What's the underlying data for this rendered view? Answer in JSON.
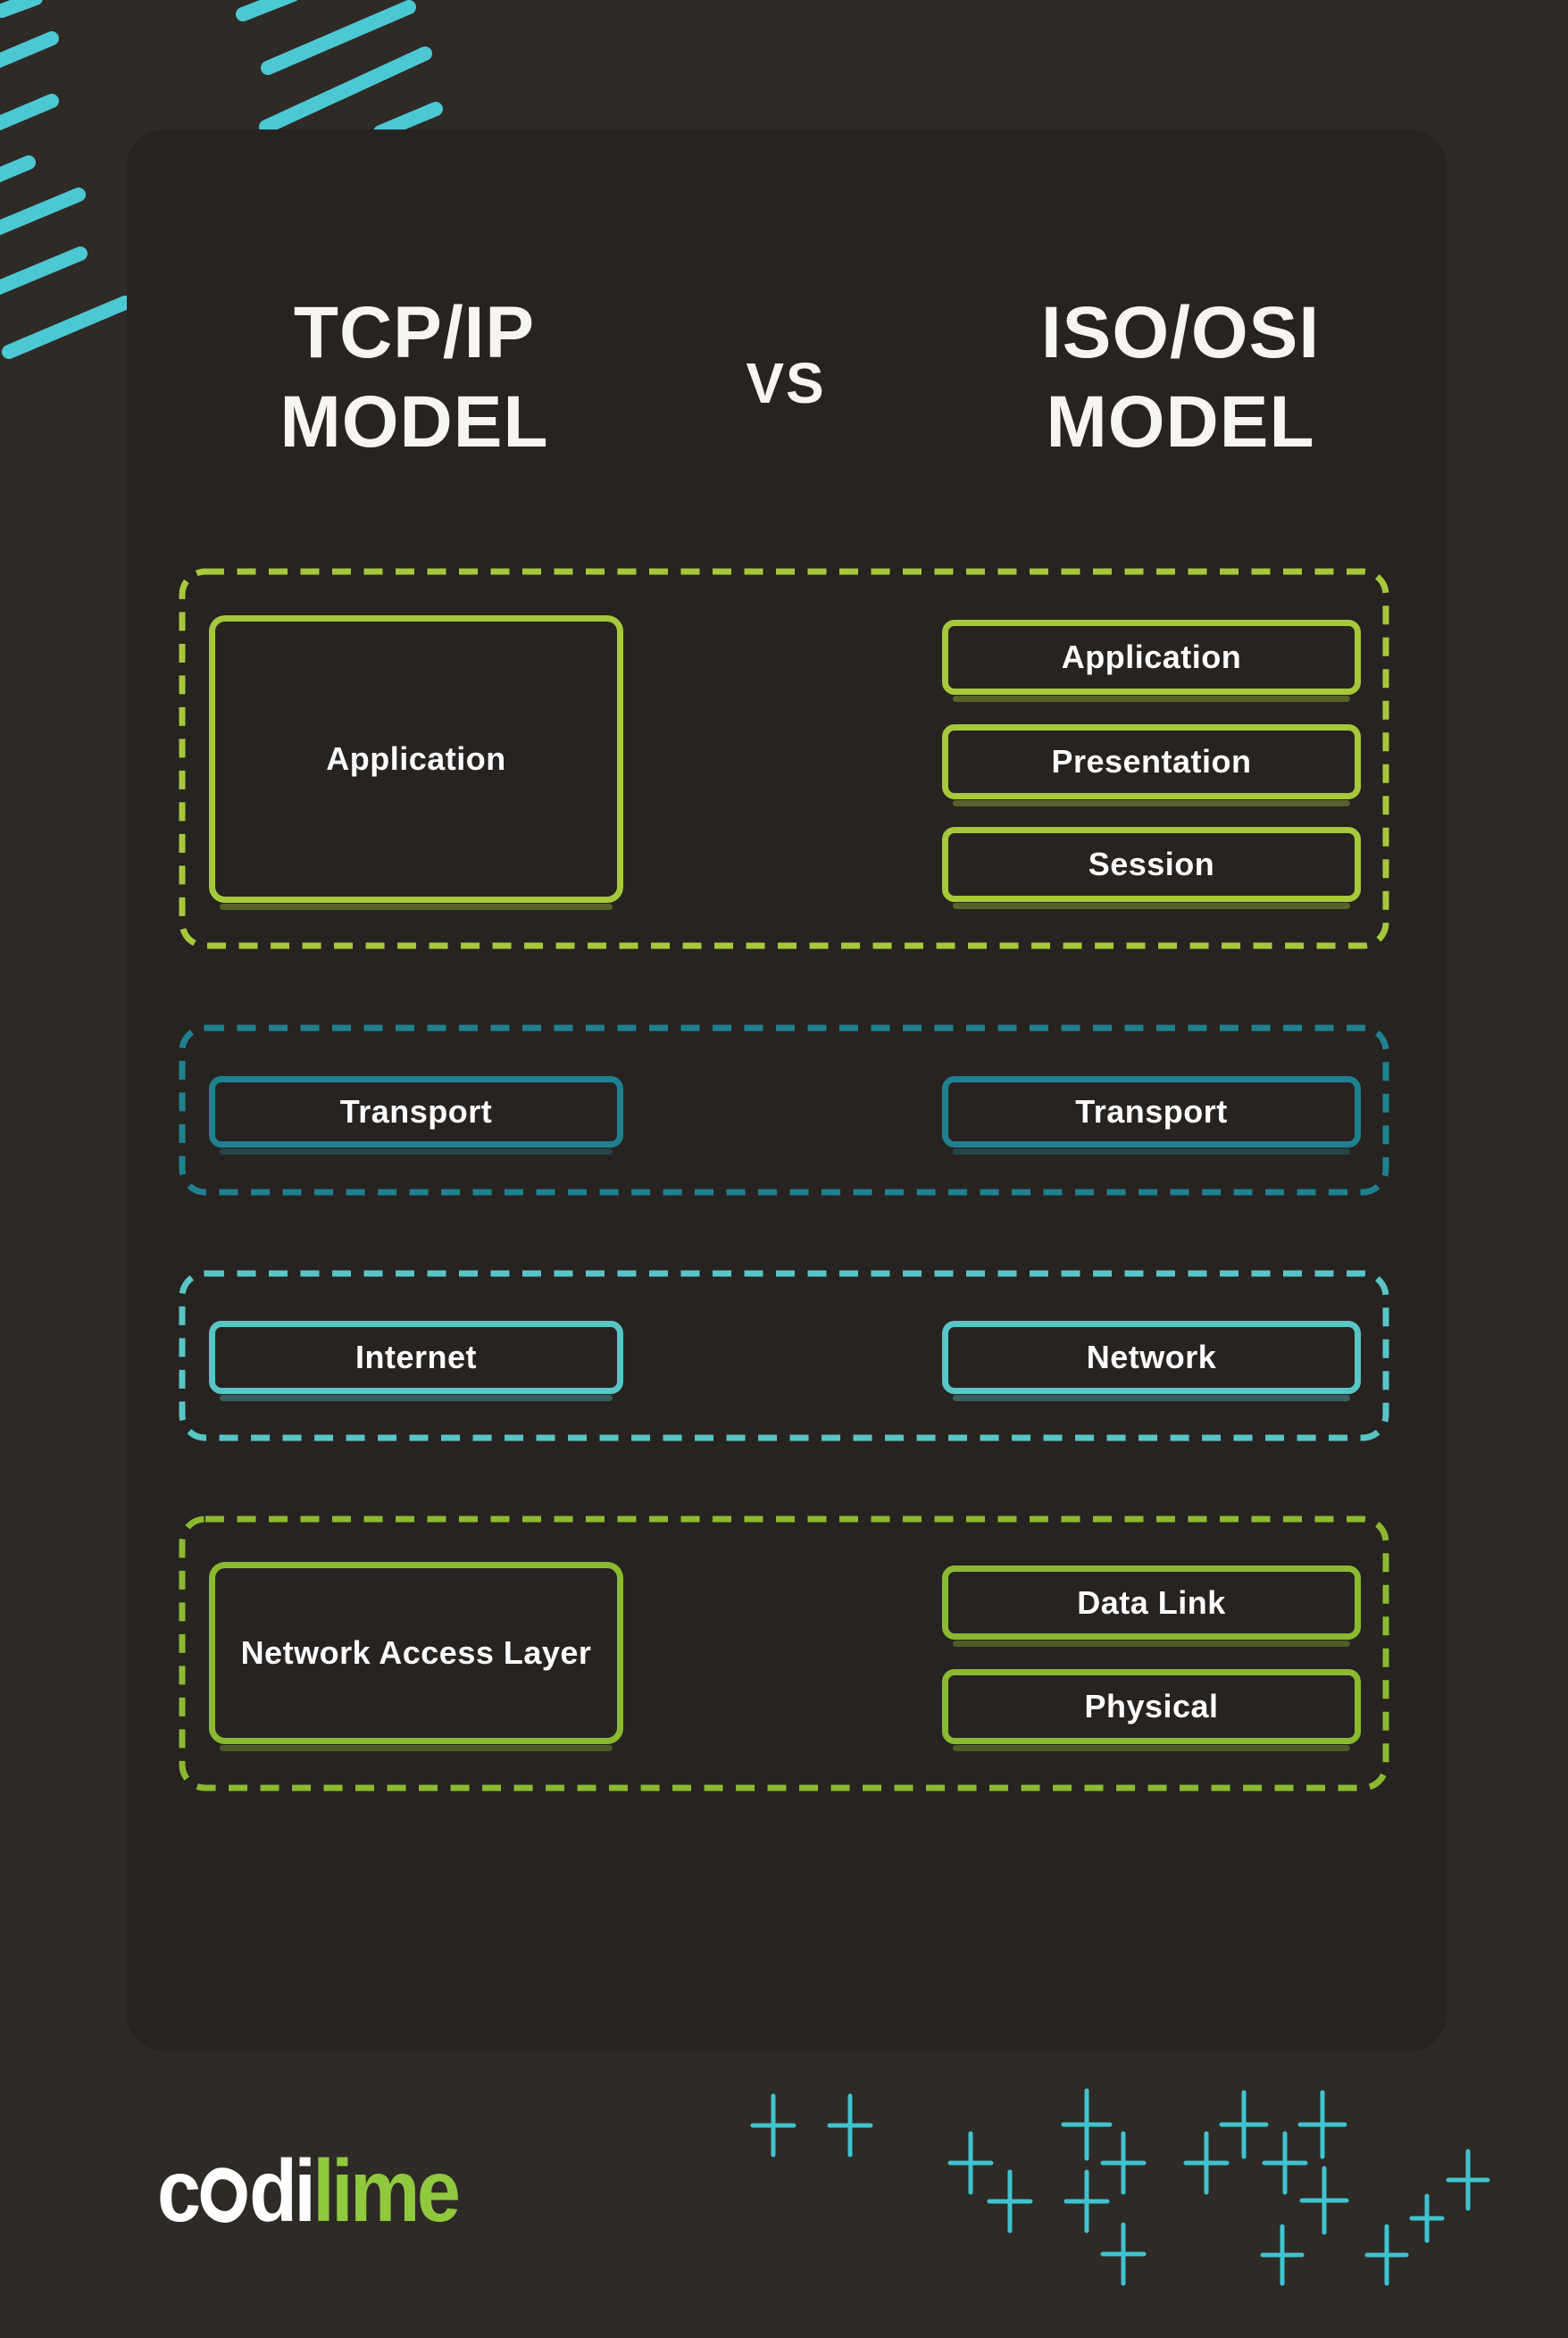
{
  "page": {
    "background": "#2e2a26",
    "card_background": "#272320",
    "text_color": "#f7f5f2"
  },
  "header": {
    "left_title_line1": "TCP/IP",
    "left_title_line2": "MODEL",
    "versus": "VS",
    "right_title_line1": "ISO/OSI",
    "right_title_line2": "MODEL"
  },
  "comparison": {
    "groups": [
      {
        "name": "application-layer-group",
        "accent": "#a5c83c",
        "tcpip": [
          {
            "label": "Application"
          }
        ],
        "osi": [
          {
            "label": "Application"
          },
          {
            "label": "Presentation"
          },
          {
            "label": "Session"
          }
        ]
      },
      {
        "name": "transport-layer-group",
        "accent": "#1f818f",
        "tcpip": [
          {
            "label": "Transport"
          }
        ],
        "osi": [
          {
            "label": "Transport"
          }
        ]
      },
      {
        "name": "internet-layer-group",
        "accent": "#58c5c7",
        "tcpip": [
          {
            "label": "Internet"
          }
        ],
        "osi": [
          {
            "label": "Network"
          }
        ]
      },
      {
        "name": "network-access-layer-group",
        "accent": "#8bba31",
        "tcpip": [
          {
            "label": "Network Access Layer"
          }
        ],
        "osi": [
          {
            "label": "Data Link"
          },
          {
            "label": "Physical"
          }
        ]
      }
    ]
  },
  "logo": {
    "part_white_1": "c",
    "part_white_2": "di",
    "part_lime": "lime",
    "white": "#ffffff",
    "lime": "#90c83e"
  },
  "decor": {
    "stripe_color": "#4cc8d4",
    "plus_color": "#3fc3cf"
  }
}
